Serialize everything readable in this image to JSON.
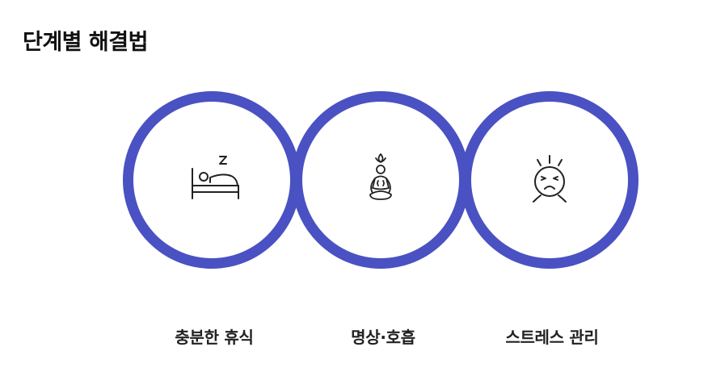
{
  "title": "단계별 해결법",
  "accent_color": "#4a51c2",
  "steps": [
    {
      "label": "충분한 휴식",
      "icon": "sleeping-in-bed-icon"
    },
    {
      "label": "명상·호흡",
      "icon": "meditation-icon"
    },
    {
      "label": "스트레스 관리",
      "icon": "stressed-face-icon"
    }
  ]
}
